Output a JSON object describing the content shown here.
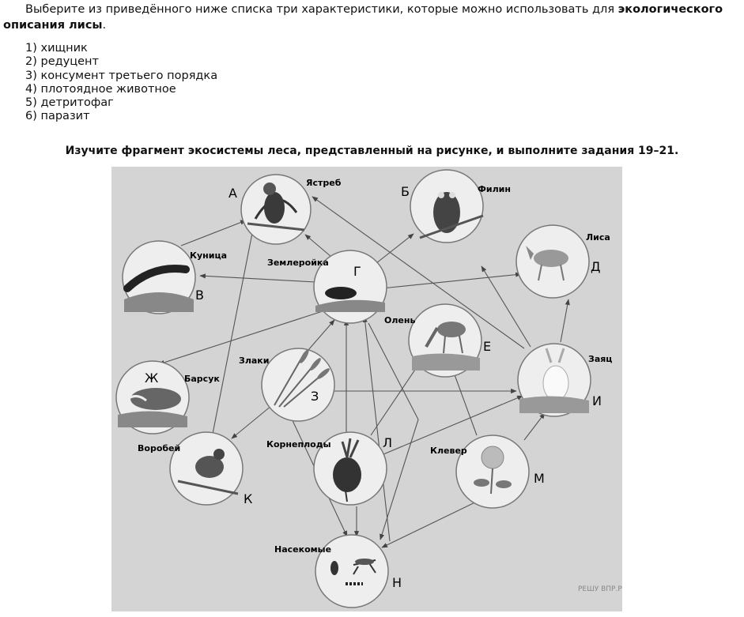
{
  "question": {
    "text_start": "Выберите из приведённого ниже списка три характеристики, которые можно использовать для ",
    "text_bold": "экологического описания лисы",
    "text_end": "."
  },
  "options": [
    "1) хищник",
    "2) редуцент",
    "3) консумент третьего порядка",
    "4) плотоядное животное",
    "5) детритофаг",
    "6) паразит"
  ],
  "heading": "Изучите фрагмент экосистемы леса, представленный на рисунке, и выполните задания 19–21.",
  "nodes": {
    "A": {
      "letter": "А",
      "name": "Ястреб"
    },
    "B": {
      "letter": "Б",
      "name": "Филин"
    },
    "V": {
      "letter": "В",
      "name": "Куница"
    },
    "G": {
      "letter": "Г",
      "name": "Землеройка"
    },
    "D": {
      "letter": "Д",
      "name": "Лиса"
    },
    "E": {
      "letter": "Е",
      "name": "Олень"
    },
    "ZH": {
      "letter": "Ж",
      "name": "Барсук"
    },
    "Z": {
      "letter": "З",
      "name": "Злаки"
    },
    "I": {
      "letter": "И",
      "name": "Заяц"
    },
    "K": {
      "letter": "К",
      "name": "Воробей"
    },
    "L": {
      "letter": "Л",
      "name": "Корнеплоды"
    },
    "M": {
      "letter": "М",
      "name": "Клевер"
    },
    "N": {
      "letter": "Н",
      "name": "Насекомые"
    }
  },
  "watermark": "РЕШУ ВПР.РФ"
}
